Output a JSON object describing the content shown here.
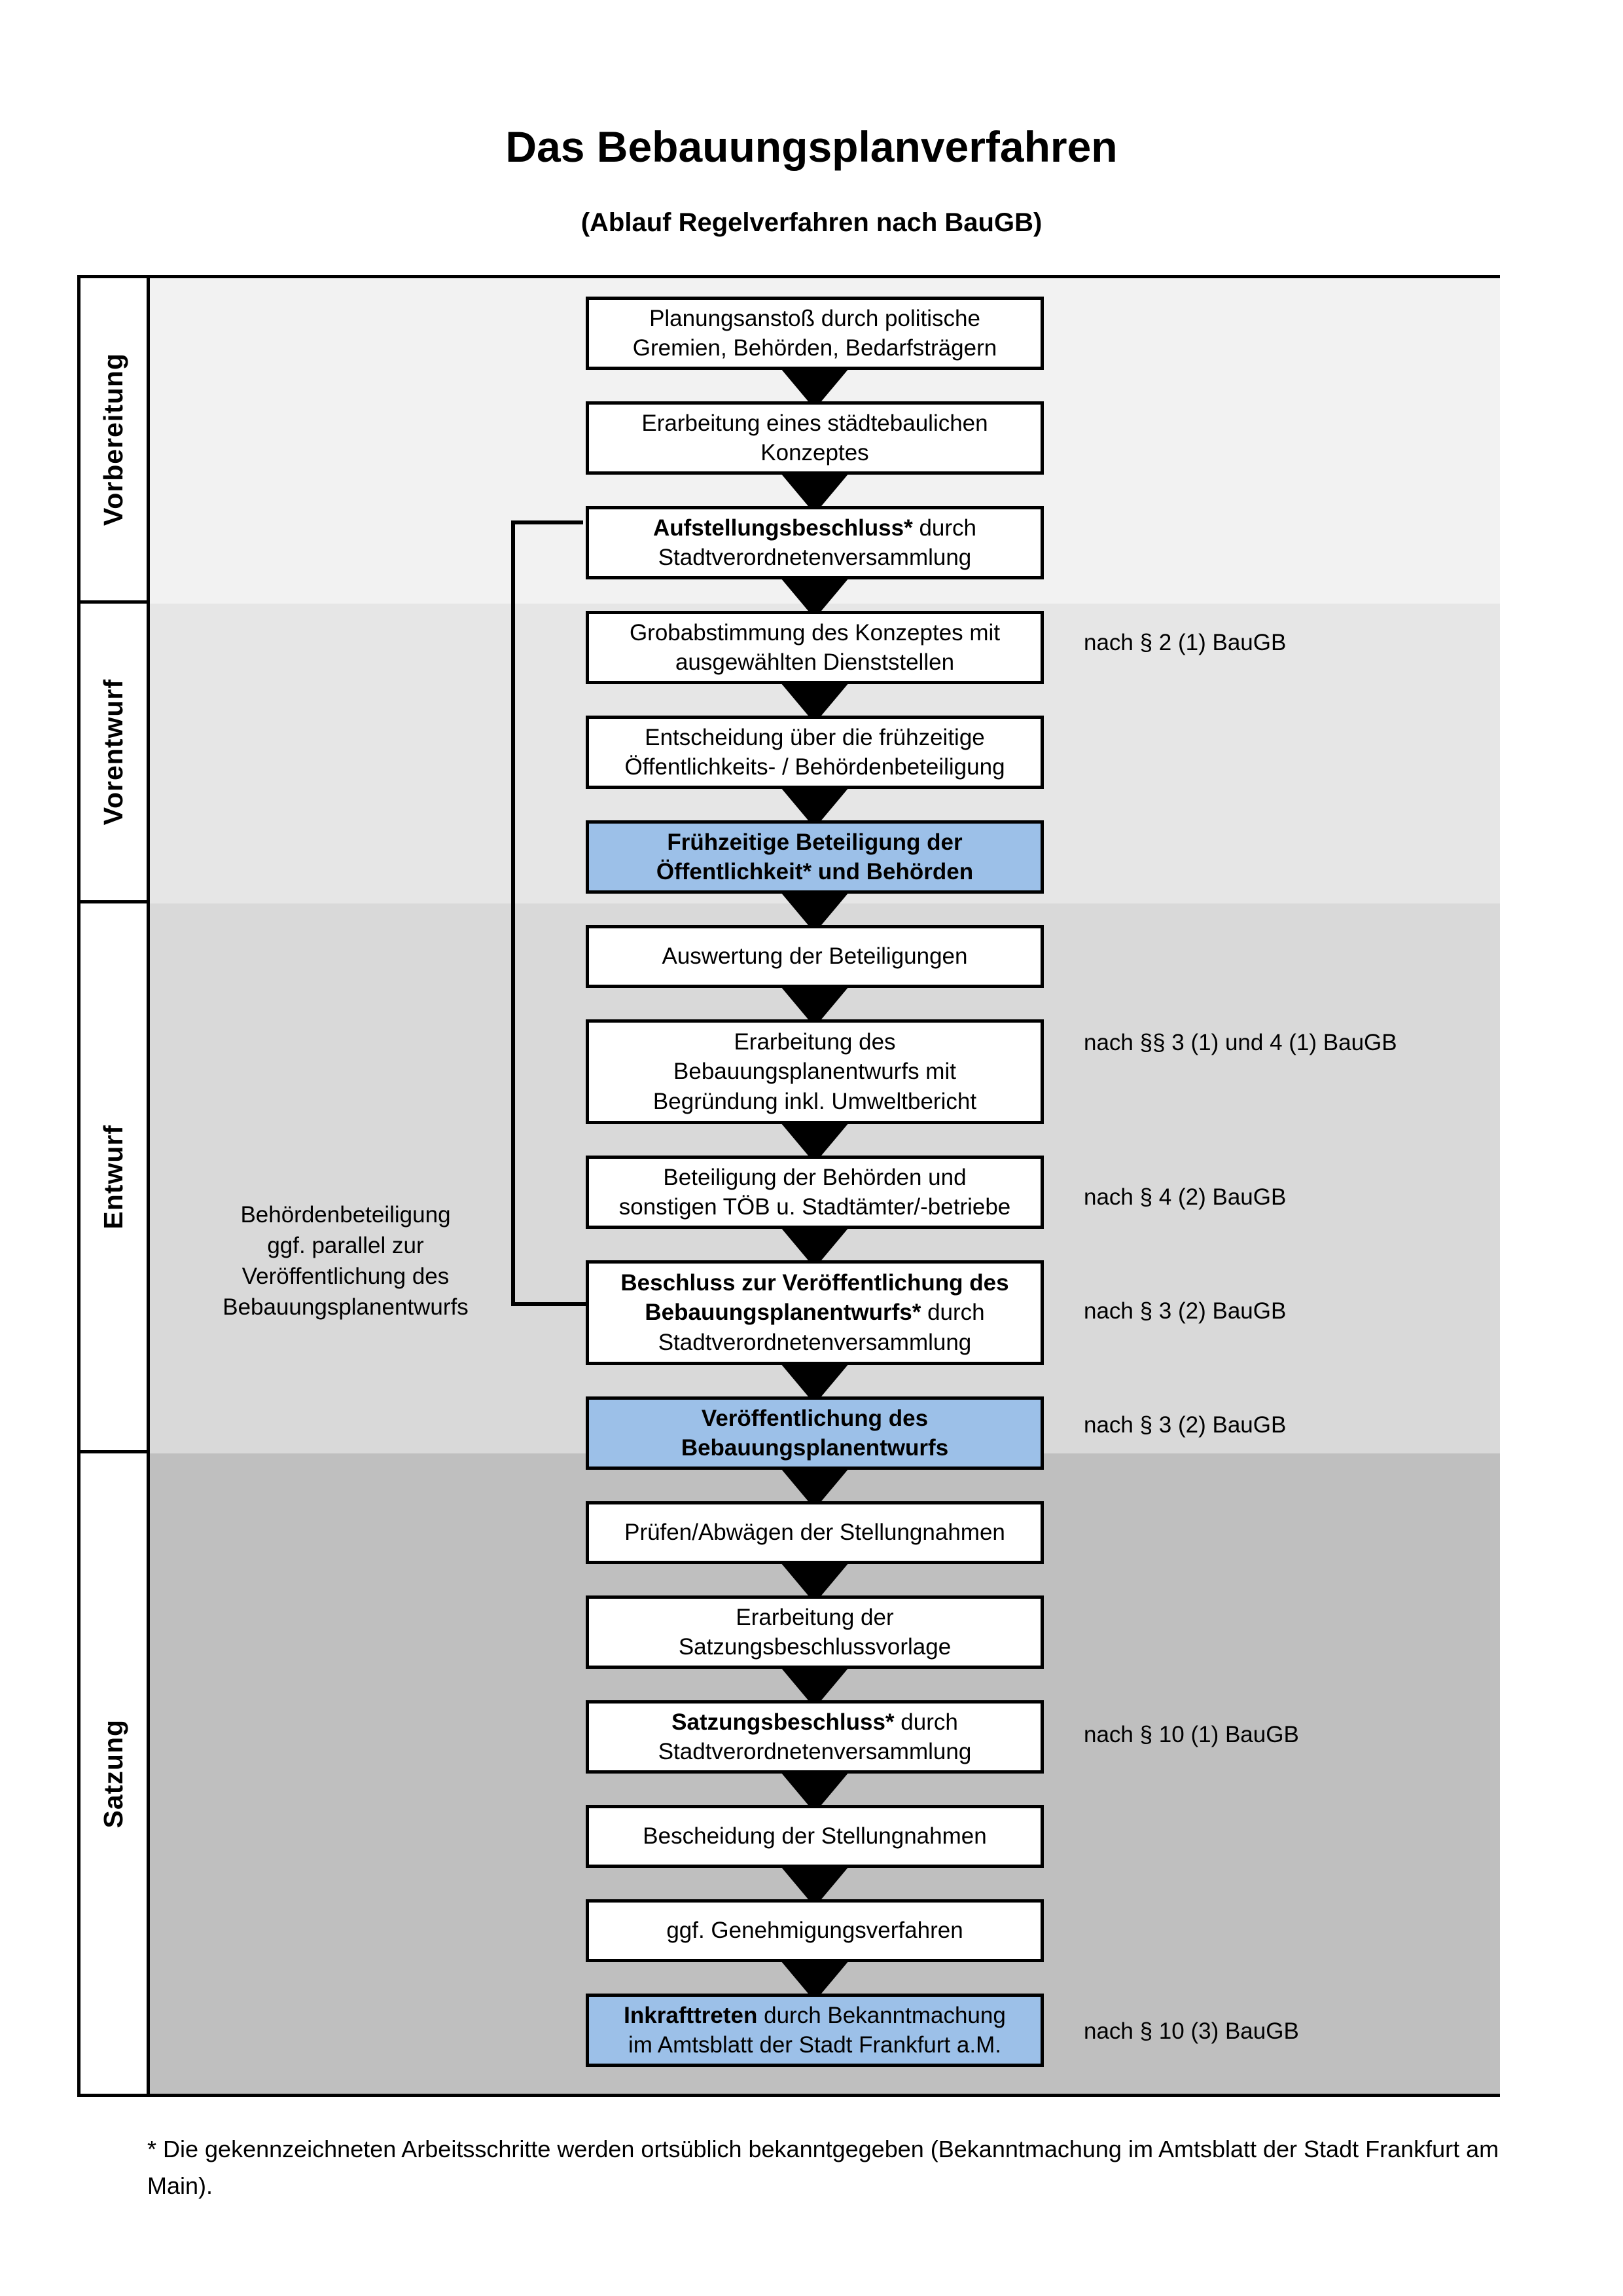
{
  "header": {
    "title": "Das Bebauungsplanverfahren",
    "subtitle": "(Ablauf Regelverfahren nach BauGB)"
  },
  "stages": [
    {
      "label": "Vorbereitung",
      "band_color": "#F2F2F2"
    },
    {
      "label": "Vorentwurf",
      "band_color": "#E6E6E6"
    },
    {
      "label": "Entwurf",
      "band_color": "#D9D9D9"
    },
    {
      "label": "Satzung",
      "band_color": "#BFBFBF"
    }
  ],
  "steps": [
    {
      "id": "planungsanstoss",
      "lines": [
        "Planungsanstoß durch politische",
        "Gremien, Behörden, Bedarfsträgern"
      ],
      "highlight": false
    },
    {
      "id": "staedtebauliches-konzept",
      "lines": [
        "Erarbeitung eines städtebaulichen",
        "Konzeptes"
      ],
      "highlight": false
    },
    {
      "id": "aufstellungsbeschluss",
      "bold_prefix": "Aufstellungsbeschluss*",
      "rest_first_line": " durch",
      "lines": [
        "Aufstellungsbeschluss* durch",
        "Stadtverordnetenversammlung"
      ],
      "highlight": false
    },
    {
      "id": "grobabstimmung",
      "lines": [
        "Grobabstimmung des Konzeptes mit",
        "ausgewählten Dienststellen"
      ],
      "highlight": false
    },
    {
      "id": "entscheidung-fruehzeitige",
      "lines": [
        "Entscheidung über die frühzeitige",
        "Öffentlichkeits- / Behördenbeteiligung"
      ],
      "highlight": false
    },
    {
      "id": "fruehzeitige-beteiligung",
      "lines": [
        "Frühzeitige Beteiligung der",
        "Öffentlichkeit* und Behörden"
      ],
      "highlight": true
    },
    {
      "id": "auswertung-beteiligungen",
      "lines": [
        "Auswertung der Beteiligungen"
      ],
      "highlight": false
    },
    {
      "id": "erarbeitung-bplan-entwurf",
      "lines": [
        "Erarbeitung des",
        "Bebauungsplanentwurfs mit",
        "Begründung inkl. Umweltbericht"
      ],
      "highlight": false
    },
    {
      "id": "beteiligung-behoerden-toeb",
      "lines": [
        "Beteiligung der Behörden und",
        "sonstigen TÖB u. Stadtämter/-betriebe"
      ],
      "highlight": false
    },
    {
      "id": "beschluss-veroeffentlichung",
      "lines": [
        "Beschluss zur Veröffentlichung des",
        "Bebauungsplanentwurfs* durch",
        "Stadtverordnetenversammlung"
      ],
      "highlight": false
    },
    {
      "id": "veroeffentlichung-bplan",
      "lines": [
        "Veröffentlichung des",
        "Bebauungsplanentwurfs"
      ],
      "highlight": true
    },
    {
      "id": "pruefen-abwaegen",
      "lines": [
        "Prüfen/Abwägen der Stellungnahmen"
      ],
      "highlight": false
    },
    {
      "id": "erarbeitung-satzungsvorlage",
      "lines": [
        "Erarbeitung der",
        "Satzungsbeschlussvorlage"
      ],
      "highlight": false
    },
    {
      "id": "satzungsbeschluss",
      "lines": [
        "Satzungsbeschluss* durch",
        "Stadtverordnetenversammlung"
      ],
      "highlight": false
    },
    {
      "id": "bescheidung-stellungnahmen",
      "lines": [
        "Bescheidung der Stellungnahmen"
      ],
      "highlight": false
    },
    {
      "id": "genehmigungsverfahren",
      "lines": [
        "ggf. Genehmigungsverfahren"
      ],
      "highlight": false
    },
    {
      "id": "inkrafttreten",
      "lines": [
        "Inkrafttreten durch Bekanntmachung",
        "im Amtsblatt der Stadt Frankfurt a.M."
      ],
      "highlight": true
    }
  ],
  "step_text": {
    "planungsanstoss_l1": "Planungsanstoß durch politische",
    "planungsanstoss_l2": "Gremien, Behörden, Bedarfsträgern",
    "konzept_l1": "Erarbeitung eines städtebaulichen",
    "konzept_l2": "Konzeptes",
    "aufstellung_bold": "Aufstellungsbeschluss*",
    "aufstellung_rest": " durch",
    "aufstellung_l2": "Stadtverordnetenversammlung",
    "grobabstimmung_l1": "Grobabstimmung des Konzeptes mit",
    "grobabstimmung_l2": "ausgewählten Dienststellen",
    "entscheidung_l1": "Entscheidung über die frühzeitige",
    "entscheidung_l2": "Öffentlichkeits- / Behördenbeteiligung",
    "fruehbeteiligung_l1": "Frühzeitige Beteiligung der",
    "fruehbeteiligung_l2": "Öffentlichkeit* und Behörden",
    "auswertung_l1": "Auswertung der Beteiligungen",
    "erarbeitung_l1": "Erarbeitung des",
    "erarbeitung_l2": "Bebauungsplanentwurfs mit",
    "erarbeitung_l3": "Begründung inkl. Umweltbericht",
    "toeb_l1": "Beteiligung der Behörden und",
    "toeb_l2": "sonstigen TÖB u. Stadtämter/-betriebe",
    "beschluss_bold1": "Beschluss zur Veröffentlichung des",
    "beschluss_bold2": "Bebauungsplanentwurfs*",
    "beschluss_rest": " durch",
    "beschluss_l3": "Stadtverordnetenversammlung",
    "veroeff_l1": "Veröffentlichung des",
    "veroeff_l2": "Bebauungsplanentwurfs",
    "pruefen_l1": "Prüfen/Abwägen der Stellungnahmen",
    "satzungsvorlage_l1": "Erarbeitung der",
    "satzungsvorlage_l2": "Satzungsbeschlussvorlage",
    "satzungsbeschluss_bold": "Satzungsbeschluss*",
    "satzungsbeschluss_rest": " durch",
    "satzungsbeschluss_l2": "Stadtverordnetenversammlung",
    "bescheidung_l1": "Bescheidung der Stellungnahmen",
    "genehmigung_l1": "ggf. Genehmigungsverfahren",
    "inkraft_bold": "Inkrafttreten",
    "inkraft_rest": " durch Bekanntmachung",
    "inkraft_l2": "im Amtsblatt der Stadt Frankfurt a.M."
  },
  "references": [
    {
      "id": "ref-par-2-1",
      "text": "nach § 2 (1) BauGB"
    },
    {
      "id": "ref-par-3-1-4-1",
      "text": "nach §§ 3 (1) und 4 (1) BauGB"
    },
    {
      "id": "ref-par-4-2",
      "text": "nach § 4 (2) BauGB"
    },
    {
      "id": "ref-par-3-2a",
      "text": "nach § 3 (2) BauGB"
    },
    {
      "id": "ref-par-3-2b",
      "text": "nach § 3 (2) BauGB"
    },
    {
      "id": "ref-par-10-1",
      "text": "nach § 10 (1) BauGB"
    },
    {
      "id": "ref-par-10-3",
      "text": "nach § 10 (3) BauGB"
    }
  ],
  "sidenote": {
    "l1": "Behördenbeteiligung",
    "l2": "ggf. parallel zur",
    "l3": "Veröffentlichung des",
    "l4": "Bebauungsplanentwurfs"
  },
  "footnote": {
    "text": "* Die gekennzeichneten Arbeitsschritte werden ortsüblich bekanntgegeben (Bekanntmachung im Amtsblatt  der Stadt Frankfurt am Main)."
  },
  "colors": {
    "highlight_blue": "#9CC0E8",
    "band_1": "#F2F2F2",
    "band_2": "#E6E6E6",
    "band_3": "#D9D9D9",
    "band_4": "#BFBFBF",
    "outline": "#000000"
  }
}
